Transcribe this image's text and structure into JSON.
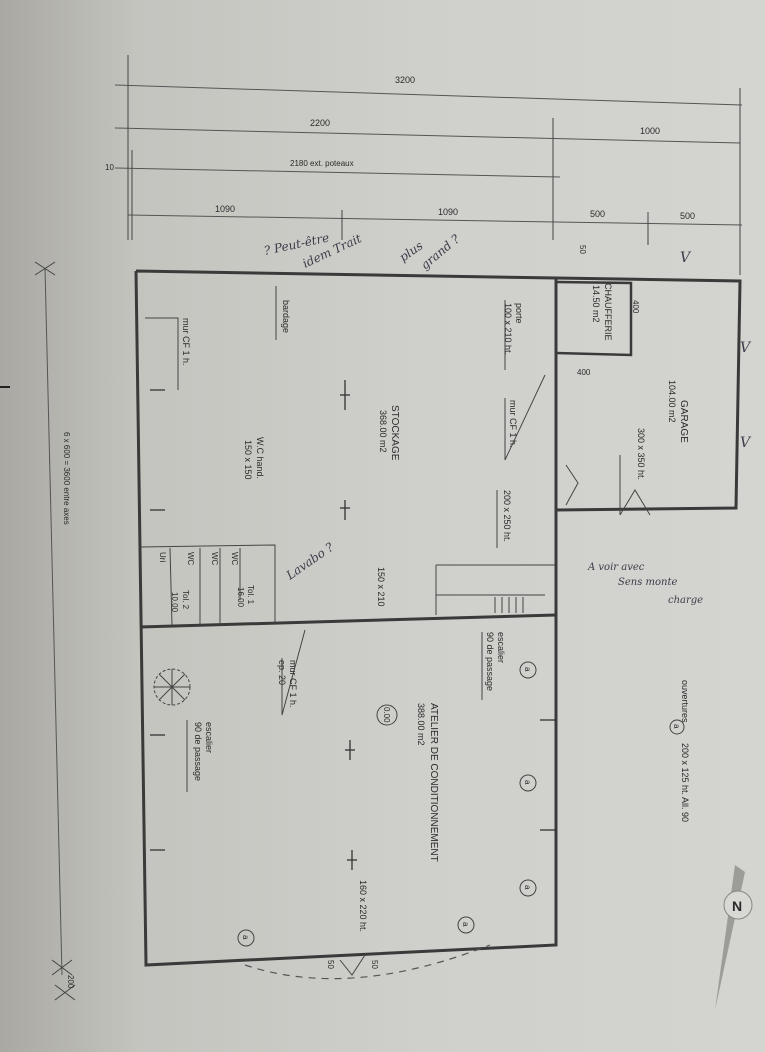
{
  "dimensions": {
    "total_width": "3200",
    "left_block": "2200",
    "right_block": "1000",
    "ext_poteaux": "2180 ext. poteaux",
    "bay_1": "1090",
    "bay_2": "1090",
    "bay_3": "500",
    "bay_4": "500",
    "small_offset": "10",
    "axis_total": "6 x 600 = 3600 entre axes",
    "axis_end": "200",
    "door_left": "50",
    "door_right": "50",
    "chaufferie_dim_1": "400",
    "chaufferie_dim_2": "400"
  },
  "rooms": {
    "stockage": {
      "name": "STOCKAGE",
      "area": "368.00 m2"
    },
    "garage": {
      "name": "GARAGE",
      "area": "104.00 m2"
    },
    "chaufferie": {
      "name": "CHAUFFERIE",
      "area": "14.50 m2"
    },
    "atelier": {
      "name": "ATELIER DE CONDITIONNEMENT",
      "area": "388.00 m2",
      "level": "0.00"
    },
    "wc_hand": {
      "name": "W.C hand.",
      "size": "150 x 150"
    },
    "wc_1": "WC",
    "wc_2": "WC",
    "wc_3": "WC",
    "uri": "Uri",
    "tol_1": {
      "name": "Tol. 1",
      "area": "16.00"
    },
    "tol_2": {
      "name": "Tol. 2",
      "area": "10.00"
    }
  },
  "labels": {
    "bardage": "bardage",
    "mur_cf_left": "mur CF 1 h.",
    "mur_cf_mid": "mur CF 1 h.",
    "mur_cf_lower": "mur CF 1 h.",
    "mur_cf_ep": "ep. 20",
    "porte_label": "porte",
    "porte_size": "100 x 210 ht.",
    "garage_door": "300 x 350 ht.",
    "door_200": "200 x 250 ht.",
    "door_150": "150 x 210",
    "door_160": "160 x 220 ht.",
    "escalier_1": "escalier",
    "escalier_1_pass": "90 de passage",
    "escalier_2": "escalier",
    "escalier_2_pass": "90 de passage",
    "ouvertures": "ouvertures",
    "ouvertures_tag": "a",
    "ouvertures_size": "200 x 125 ht. All. 90",
    "opening_marker": "a",
    "north": "N"
  },
  "handwritten": {
    "note_top_1": "? Peut-être",
    "note_top_2": "idem Trait",
    "note_top_3": "plus",
    "note_top_4": "grand ?",
    "note_lavabo": "Lavabo ?",
    "note_right_1": "A voir avec",
    "note_right_2": "Sens monte",
    "note_right_3": "charge",
    "garage_v": "V"
  },
  "colors": {
    "paper": "#cfcfcb",
    "ink": "#2a2a2a",
    "pencil": "#3c3c4a"
  }
}
